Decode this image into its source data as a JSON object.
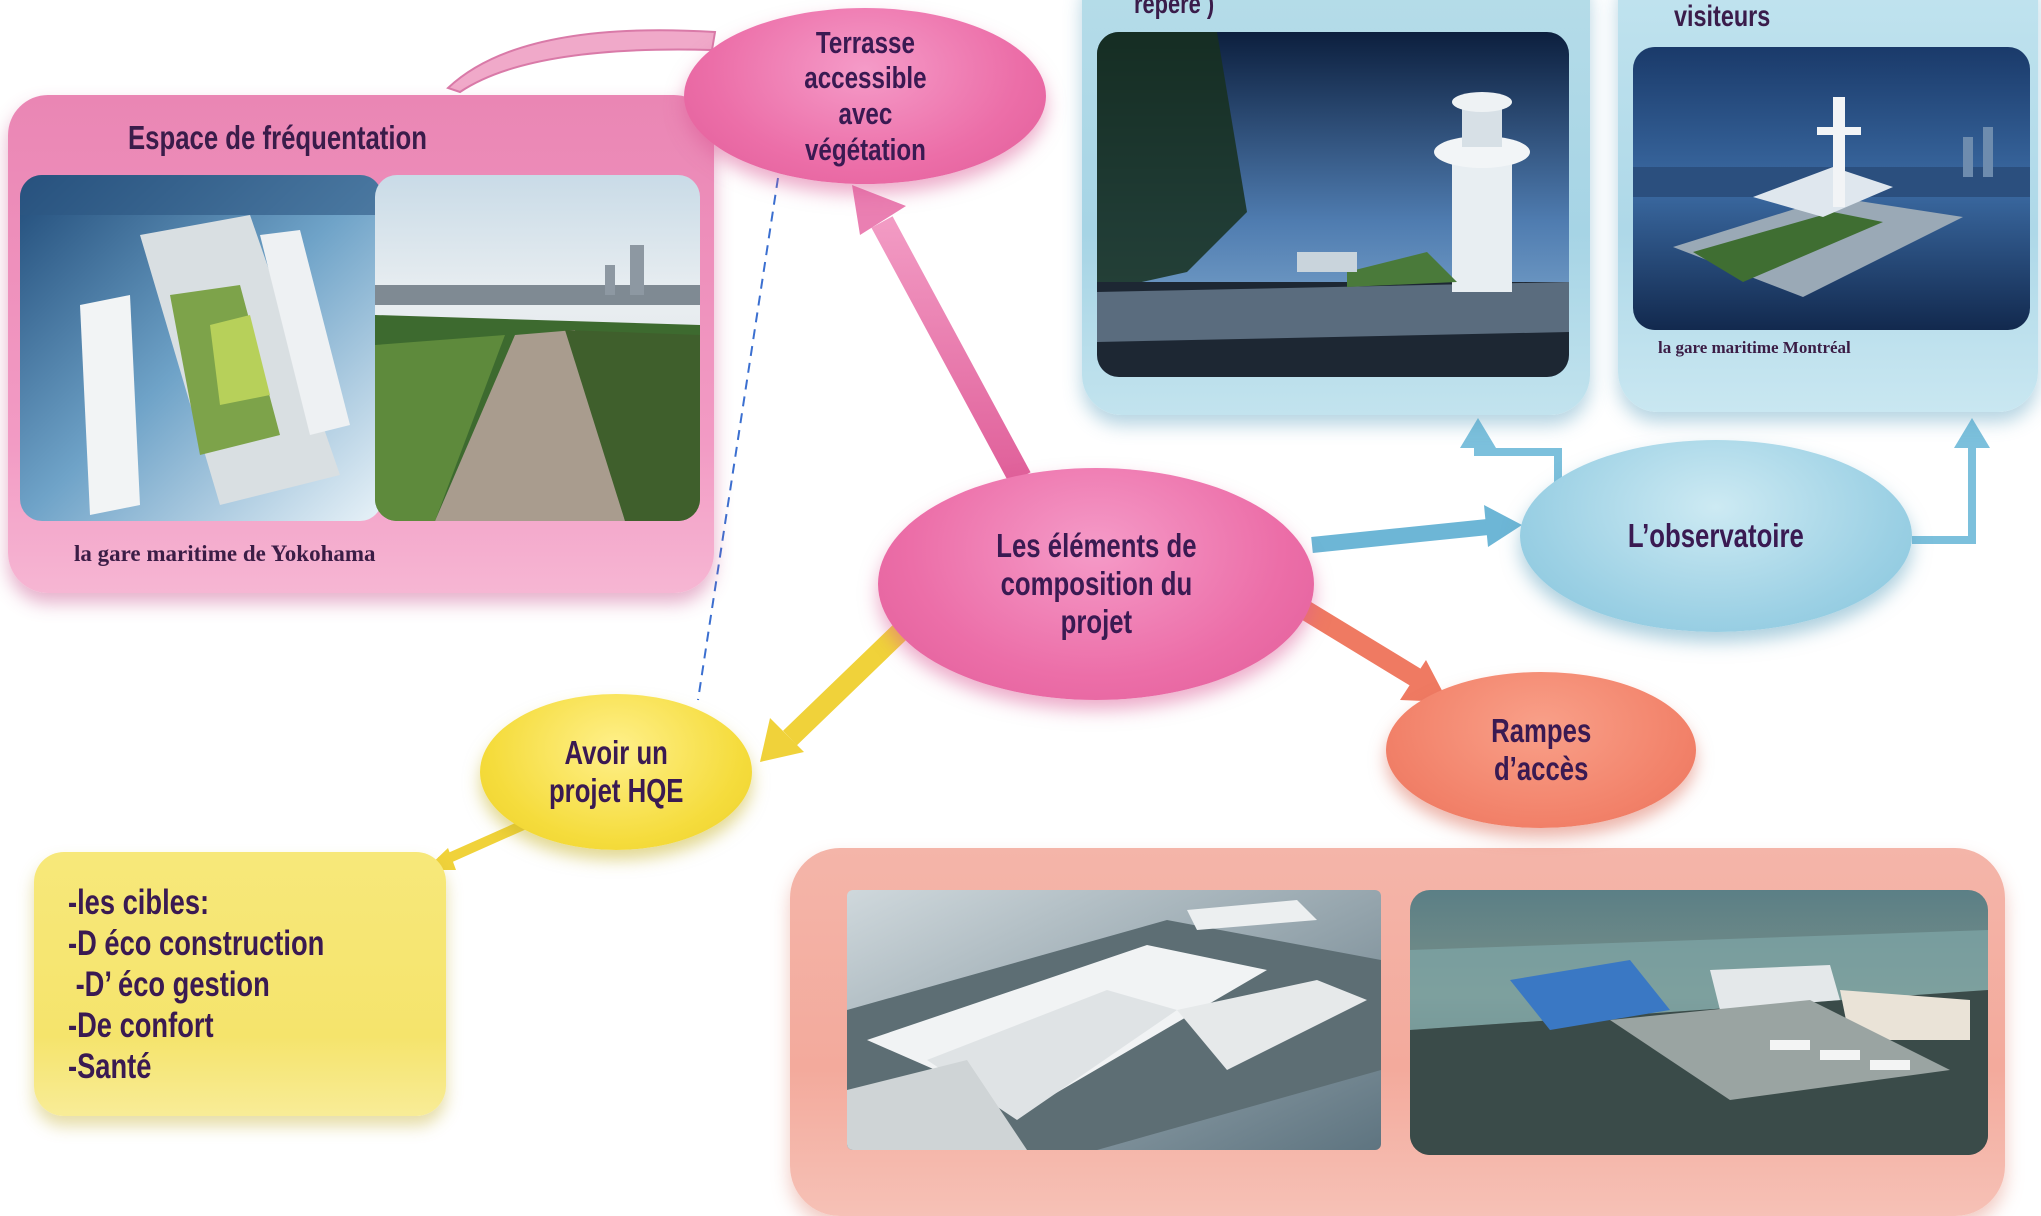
{
  "colors": {
    "pink_node": "#ec6ea8",
    "blue_node": "#9bd0e4",
    "yellow_node": "#f5dc3c",
    "salmon_node": "#f2826a",
    "text": "#3a1a52"
  },
  "center_node": {
    "label_lines": [
      "Les éléments de",
      "composition du",
      "projet"
    ]
  },
  "terrasse_node": {
    "label_lines": [
      "Terrasse",
      "accessible",
      "avec",
      "végétation"
    ]
  },
  "observatoire_node": {
    "label": "L’observatoire"
  },
  "hqe_node": {
    "label_lines": [
      "Avoir un",
      "projet HQE"
    ]
  },
  "rampes_node": {
    "label_lines": [
      "Rampes",
      "d’accès"
    ]
  },
  "yokohama_panel": {
    "title": "Espace de fréquentation",
    "caption": "la gare  maritime de Yokohama"
  },
  "repere_panel": {
    "title_fragment": "repère )"
  },
  "montreal_panel": {
    "title_fragment": "visiteurs",
    "caption": "la gare maritime Montréal"
  },
  "hqe_panel": {
    "lines": [
      "-les cibles:",
      "-D éco construction",
      " -D’ éco gestion",
      "-De confort",
      "-Santé"
    ]
  }
}
